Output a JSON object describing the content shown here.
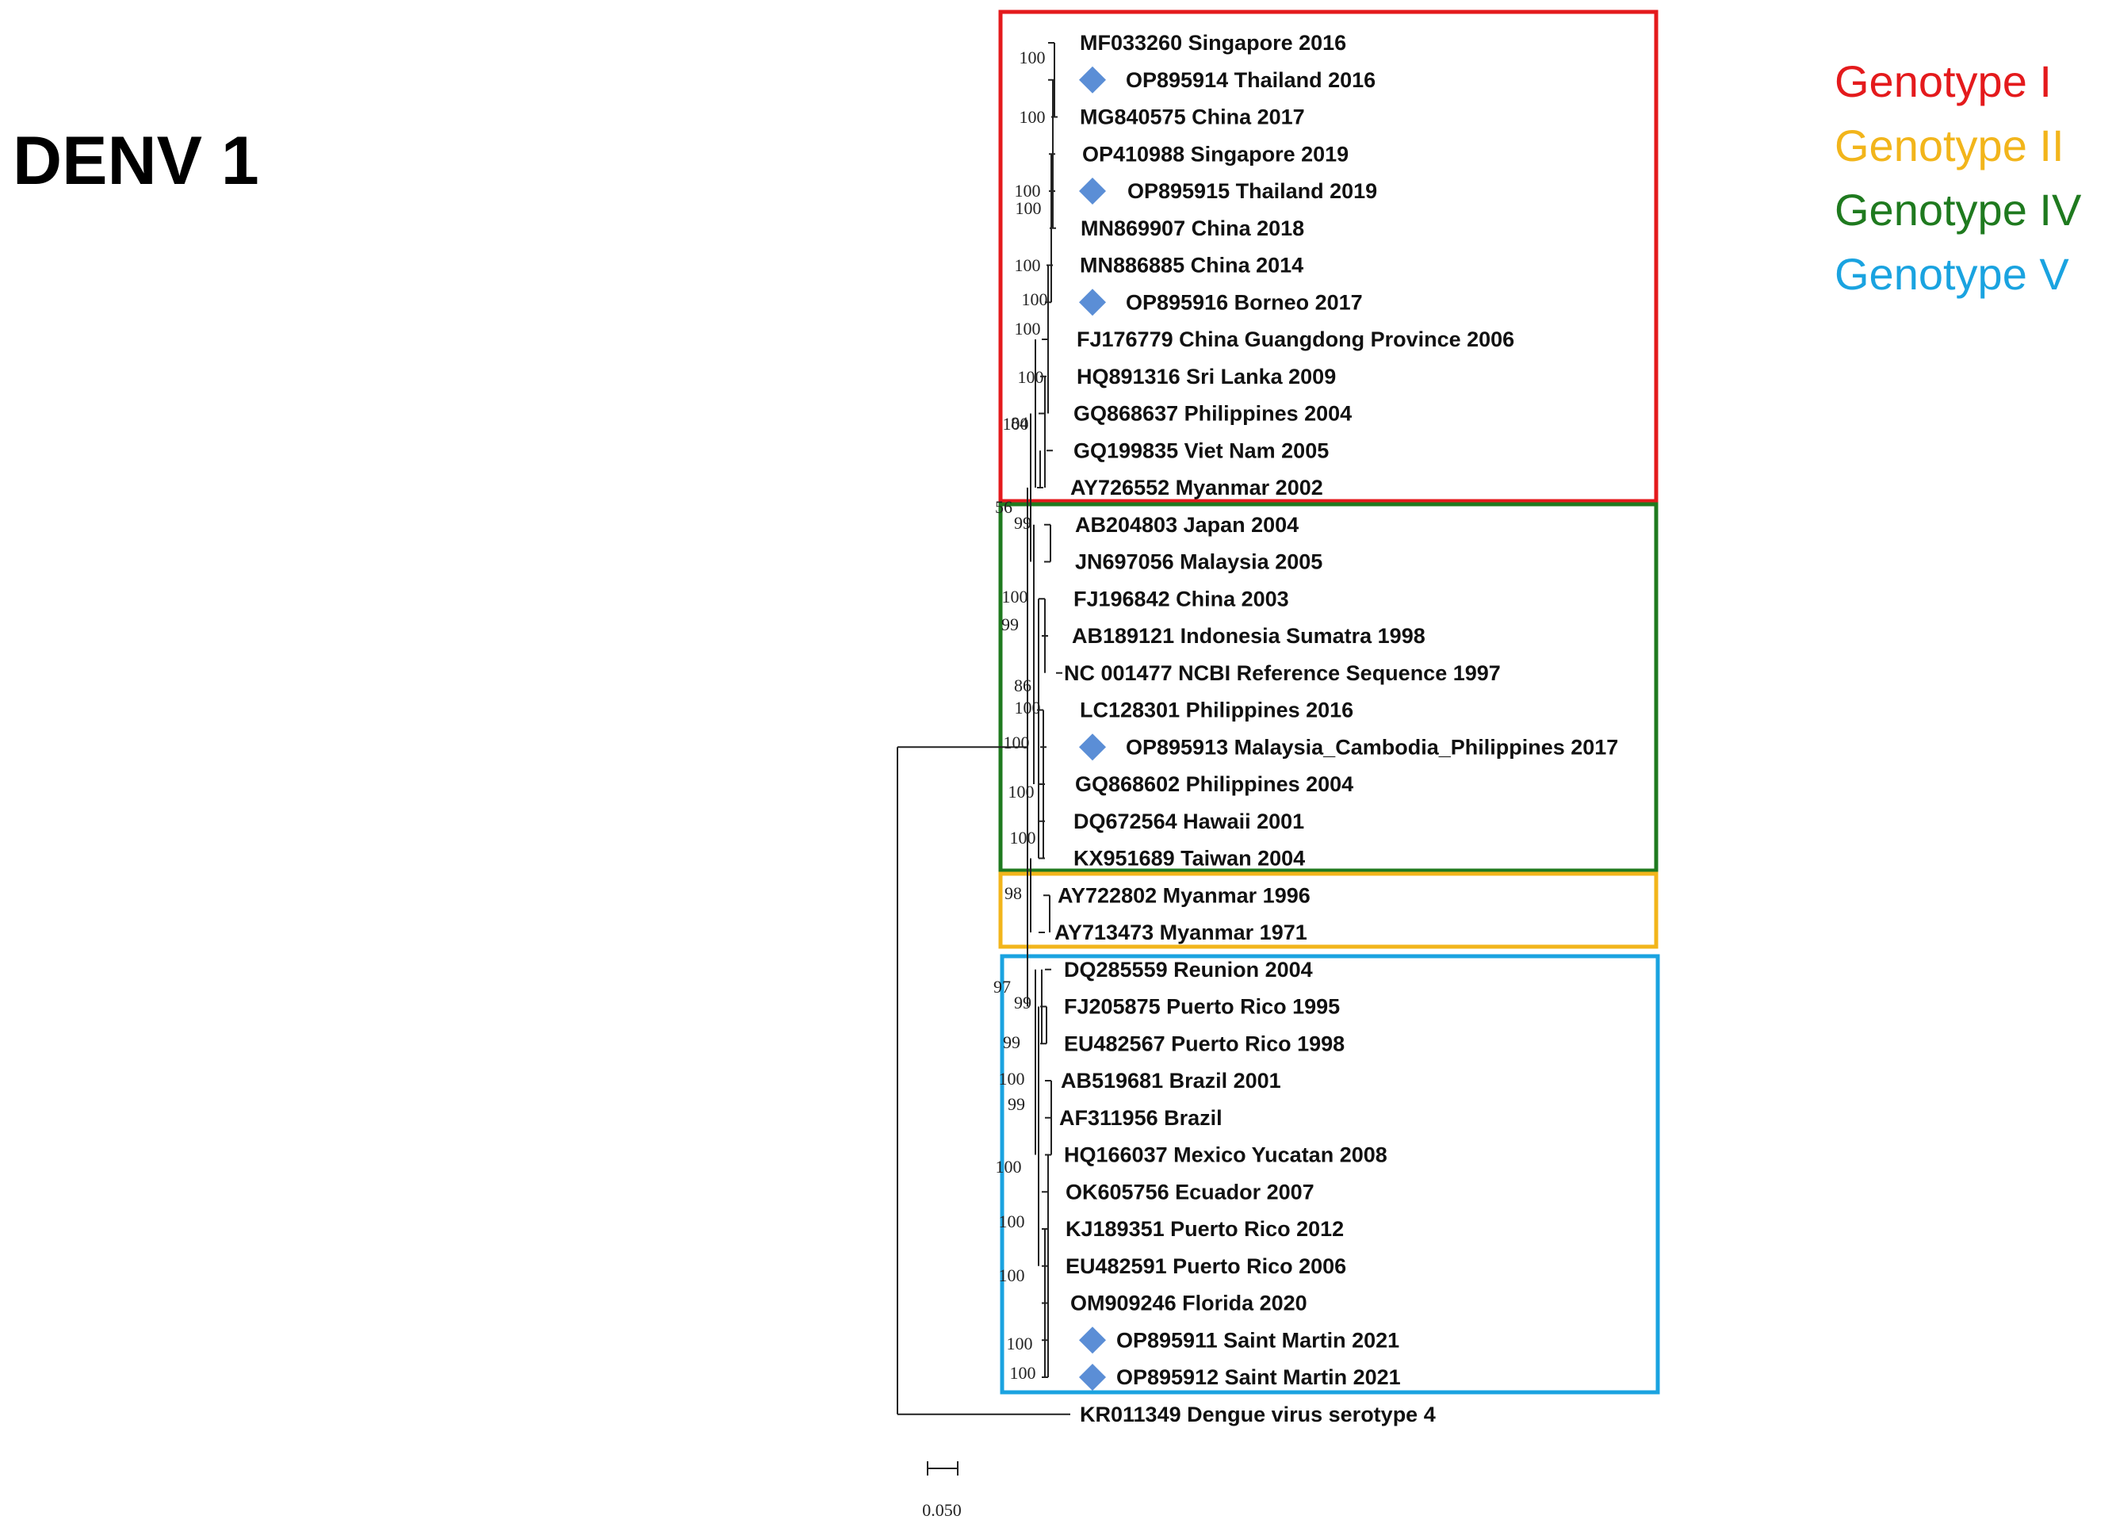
{
  "title": "DENV 1",
  "legend": [
    {
      "label": "Genotype I",
      "color": "#e41a1c"
    },
    {
      "label": "Genotype II",
      "color": "#f2b51b"
    },
    {
      "label": "Genotype IV",
      "color": "#1f7a1f"
    },
    {
      "label": "Genotype V",
      "color": "#1aa3e0"
    }
  ],
  "marker": {
    "shape": "diamond",
    "color": "#5b8ed6"
  },
  "scale_bar": {
    "label": "0.050"
  },
  "genotype_boxes": [
    {
      "genotype": "Genotype I",
      "color": "#e41a1c"
    },
    {
      "genotype": "Genotype IV",
      "color": "#1f7a1f"
    },
    {
      "genotype": "Genotype II",
      "color": "#f2b51b"
    },
    {
      "genotype": "Genotype V",
      "color": "#1aa3e0"
    }
  ],
  "taxa": [
    {
      "label": "MF033260 Singapore 2016",
      "highlighted": false
    },
    {
      "label": "OP895914 Thailand 2016",
      "highlighted": true
    },
    {
      "label": "MG840575 China 2017",
      "highlighted": false
    },
    {
      "label": "OP410988 Singapore 2019",
      "highlighted": false
    },
    {
      "label": "OP895915 Thailand 2019",
      "highlighted": true
    },
    {
      "label": "MN869907 China 2018",
      "highlighted": false
    },
    {
      "label": "MN886885 China 2014",
      "highlighted": false
    },
    {
      "label": "OP895916 Borneo 2017",
      "highlighted": true
    },
    {
      "label": "FJ176779 China Guangdong Province 2006",
      "highlighted": false
    },
    {
      "label": "HQ891316 Sri Lanka 2009",
      "highlighted": false
    },
    {
      "label": "GQ868637 Philippines 2004",
      "highlighted": false
    },
    {
      "label": "GQ199835 Viet Nam 2005",
      "highlighted": false
    },
    {
      "label": "AY726552 Myanmar 2002",
      "highlighted": false
    },
    {
      "label": "AB204803 Japan 2004",
      "highlighted": false
    },
    {
      "label": "JN697056 Malaysia 2005",
      "highlighted": false
    },
    {
      "label": "FJ196842 China 2003",
      "highlighted": false
    },
    {
      "label": "AB189121 Indonesia Sumatra 1998",
      "highlighted": false
    },
    {
      "label": "NC 001477 NCBI Reference Sequence 1997",
      "highlighted": false
    },
    {
      "label": "LC128301 Philippines 2016",
      "highlighted": false
    },
    {
      "label": "OP895913 Malaysia_Cambodia_Philippines 2017",
      "highlighted": true
    },
    {
      "label": "GQ868602 Philippines 2004",
      "highlighted": false
    },
    {
      "label": "DQ672564 Hawaii 2001",
      "highlighted": false
    },
    {
      "label": "KX951689 Taiwan 2004",
      "highlighted": false
    },
    {
      "label": "AY722802 Myanmar 1996",
      "highlighted": false
    },
    {
      "label": "AY713473 Myanmar 1971",
      "highlighted": false
    },
    {
      "label": "DQ285559 Reunion 2004",
      "highlighted": false
    },
    {
      "label": "FJ205875 Puerto Rico 1995",
      "highlighted": false
    },
    {
      "label": "EU482567 Puerto Rico 1998",
      "highlighted": false
    },
    {
      "label": "AB519681 Brazil 2001",
      "highlighted": false
    },
    {
      "label": "AF311956 Brazil",
      "highlighted": false
    },
    {
      "label": "HQ166037 Mexico Yucatan 2008",
      "highlighted": false
    },
    {
      "label": "OK605756 Ecuador 2007",
      "highlighted": false
    },
    {
      "label": "KJ189351 Puerto Rico 2012",
      "highlighted": false
    },
    {
      "label": "EU482591 Puerto Rico 2006",
      "highlighted": false
    },
    {
      "label": "OM909246 Florida 2020",
      "highlighted": false
    },
    {
      "label": "OP895911 Saint Martin 2021",
      "highlighted": true
    },
    {
      "label": "OP895912 Saint Martin 2021",
      "highlighted": true
    },
    {
      "label": "KR011349 Dengue virus serotype 4",
      "highlighted": false
    }
  ],
  "bootstrap_values": [
    "100",
    "100",
    "100",
    "100",
    "100",
    "100",
    "100",
    "100",
    "100",
    "84",
    "56",
    "99",
    "100",
    "99",
    "86",
    "100",
    "100",
    "100",
    "100",
    "98",
    "97",
    "99",
    "99",
    "100",
    "99",
    "100",
    "100",
    "100",
    "100",
    "100"
  ]
}
